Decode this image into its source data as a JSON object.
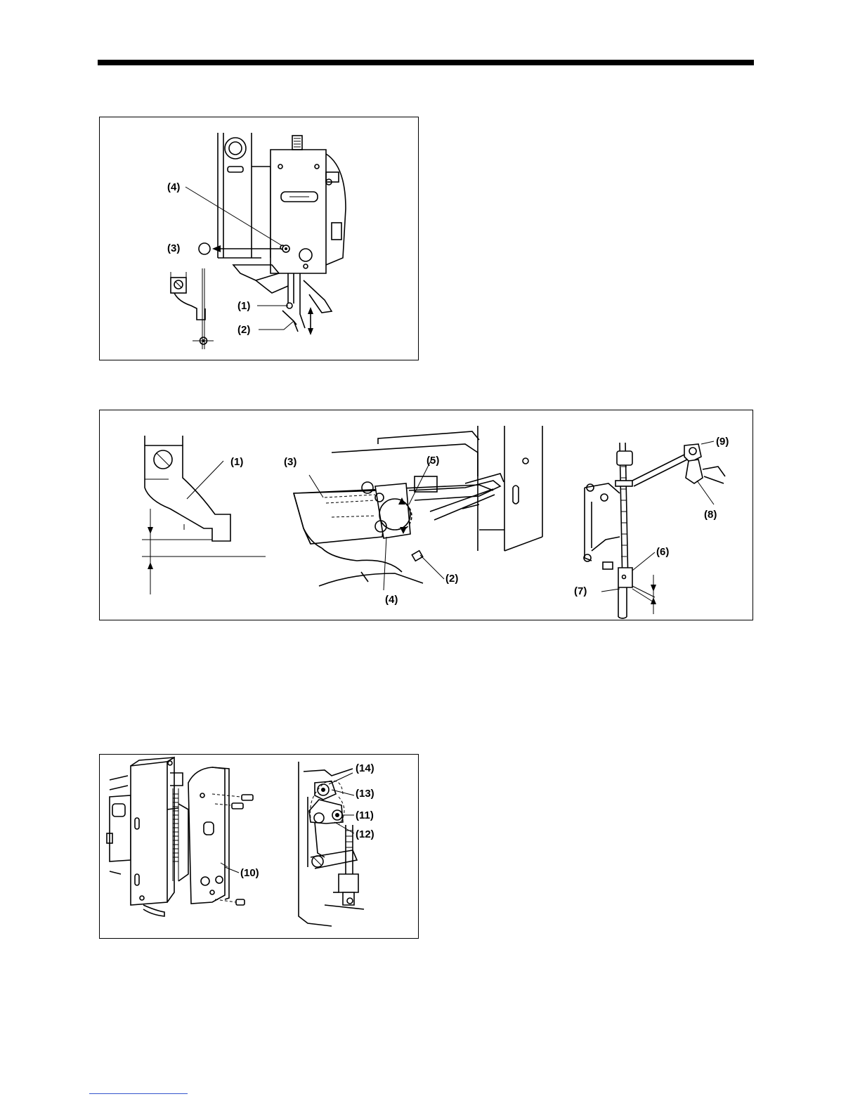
{
  "figures": [
    {
      "id": "fig1",
      "callouts": {
        "c4": "(4)",
        "c3": "(3)",
        "c1": "(1)",
        "c2": "(2)"
      }
    },
    {
      "id": "fig2",
      "callouts": {
        "c1": "(1)",
        "c3": "(3)",
        "c5": "(5)",
        "c2": "(2)",
        "c4": "(4)",
        "c9": "(9)",
        "c8": "(8)",
        "c6": "(6)",
        "c7": "(7)"
      }
    },
    {
      "id": "fig3",
      "callouts": {
        "c10": "(10)",
        "c14": "(14)",
        "c13": "(13)",
        "c11": "(11)",
        "c12": "(12)"
      }
    }
  ]
}
